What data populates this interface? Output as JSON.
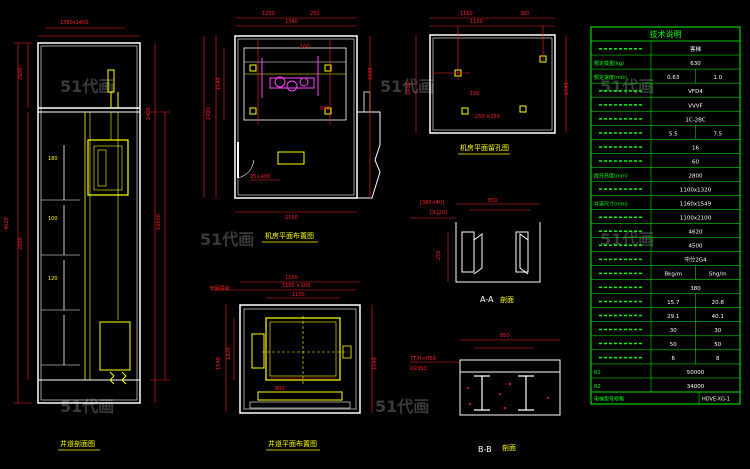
{
  "colors": {
    "background": "#000000",
    "wall": "#ffffff",
    "dimension": "#ff2020",
    "structure": "#ffff00",
    "table_grid": "#00ff00",
    "cyan": "#00e0e0",
    "highlight": "#ff40ff",
    "watermark": "#3a3a3a"
  },
  "watermark": "51代画",
  "drawings": {
    "shaft_section": "井道剖面图",
    "machine_room_plan": "机房平面布置图",
    "machine_room_hole": "机房平面留孔图",
    "shaft_plan": "井道平面布置图",
    "section_aa": "A-A",
    "section_aa_suffix": "剖面",
    "section_bb": "B-B",
    "section_bb_suffix": "剖面"
  },
  "table": {
    "title": "技术说明",
    "rows": [
      {
        "label": "",
        "value": "客梯"
      },
      {
        "label": "额定载重(kg)",
        "value": "630"
      },
      {
        "label": "额定速度(m/s)",
        "values": [
          "0.63",
          "1.0"
        ]
      },
      {
        "label": "",
        "value": "VFD4"
      },
      {
        "label": "",
        "value": "VVVF"
      },
      {
        "label": "",
        "value": "1C-2BC"
      },
      {
        "label": "",
        "values": [
          "5.5",
          "7.5"
        ]
      },
      {
        "label": "",
        "value": "16"
      },
      {
        "label": "",
        "value": "60"
      },
      {
        "label": "提升高度(mm)",
        "value": "2800"
      },
      {
        "label": "",
        "value": "1100x1320"
      },
      {
        "label": "井道尺寸(mm)",
        "value": "1160x1549"
      },
      {
        "label": "",
        "value": "1100x2100"
      },
      {
        "label": "",
        "value": "4620"
      },
      {
        "label": "",
        "value": "4500"
      },
      {
        "label": "",
        "value": "中分2G4"
      },
      {
        "label": "",
        "values": [
          "Bkg/m",
          "Shg/m"
        ]
      },
      {
        "label": "",
        "value": "380"
      },
      {
        "label": "",
        "values": [
          "15.7",
          "20.8"
        ]
      },
      {
        "label": "",
        "values": [
          "29.1",
          "40.1"
        ]
      },
      {
        "label": "",
        "values": [
          "30",
          "30"
        ]
      },
      {
        "label": "",
        "values": [
          "50",
          "50"
        ]
      },
      {
        "label": "",
        "values": [
          "6",
          "8"
        ]
      },
      {
        "label": "R1",
        "value": "50000"
      },
      {
        "label": "R2",
        "value": "34000"
      }
    ],
    "footer_left": "电梯型号规格",
    "footer_right": "HDVE-XG-1"
  }
}
